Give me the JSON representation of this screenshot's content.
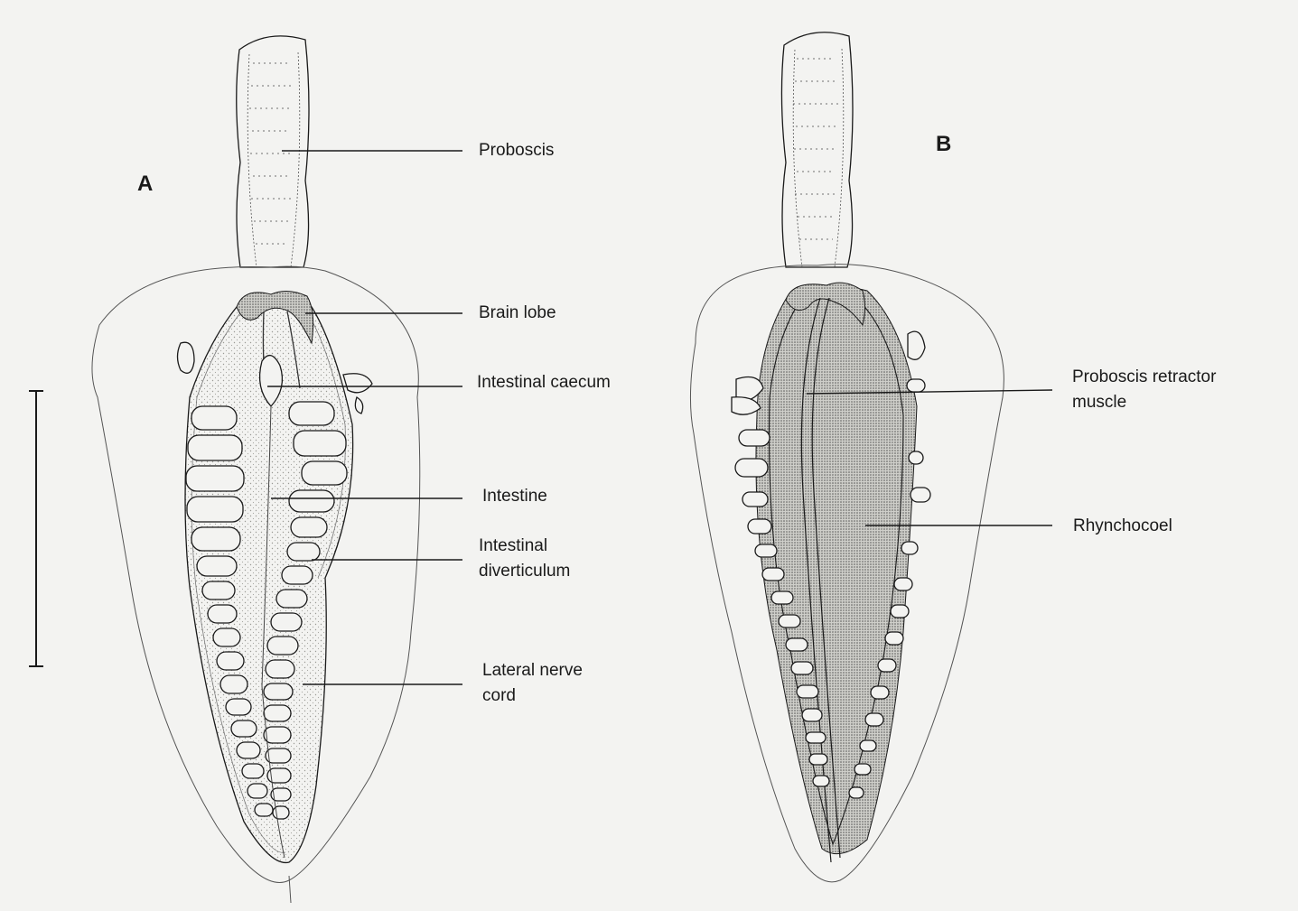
{
  "figure": {
    "panel_a_letter": "A",
    "panel_b_letter": "B"
  },
  "labels": {
    "proboscis": "Proboscis",
    "brain_lobe": "Brain lobe",
    "intestinal_caecum": "Intestinal caecum",
    "intestine": "Intestine",
    "intestinal_diverticulum_1": "Intestinal",
    "intestinal_diverticulum_2": "diverticulum",
    "lateral_nerve_cord_1": "Lateral nerve",
    "lateral_nerve_cord_2": "cord",
    "proboscis_retractor_1": "Proboscis retractor",
    "proboscis_retractor_2": "muscle",
    "rhynchocoel": "Rhynchocoel"
  },
  "colors": {
    "ink": "#1a1a1a",
    "paper": "#f3f3f1",
    "stipple": "#bdbdb8"
  }
}
